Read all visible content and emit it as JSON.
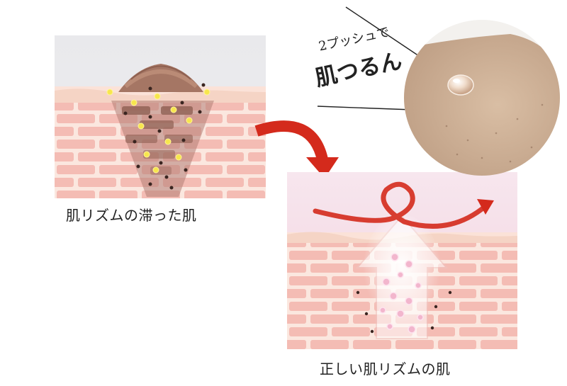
{
  "callout": {
    "line1": "2プッシュで",
    "line2": "肌つるん"
  },
  "captions": {
    "before": "肌リズムの滞った肌",
    "after": "正しい肌リズムの肌"
  },
  "colors": {
    "skin_top": "#f6d7c8",
    "brick": "#f3b3ab",
    "brick_light": "#f8c9c1",
    "mortar": "#fbe7df",
    "clog": "#9b6a5a",
    "arrow_red": "#d42a1c",
    "sky_pink": "#f6dde7"
  }
}
